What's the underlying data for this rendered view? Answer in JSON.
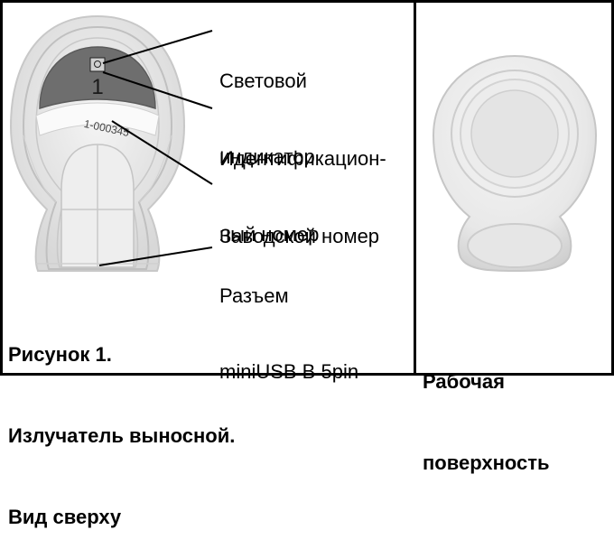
{
  "left_panel": {
    "device": {
      "channel_number": "1",
      "serial_label": "1-000345"
    },
    "callouts": {
      "indicator": [
        "Световой",
        "индикатор"
      ],
      "id_number": [
        "Идентификацион-",
        "ный номер"
      ],
      "serial_number": [
        "Заводской номер"
      ],
      "connector": [
        "Разъем",
        "miniUSB B 5pin"
      ]
    },
    "caption": [
      "Рисунок 1.",
      "Излучатель выносной.",
      "Вид сверху"
    ]
  },
  "right_panel": {
    "caption": [
      "Рабочая",
      "поверхность"
    ]
  }
}
